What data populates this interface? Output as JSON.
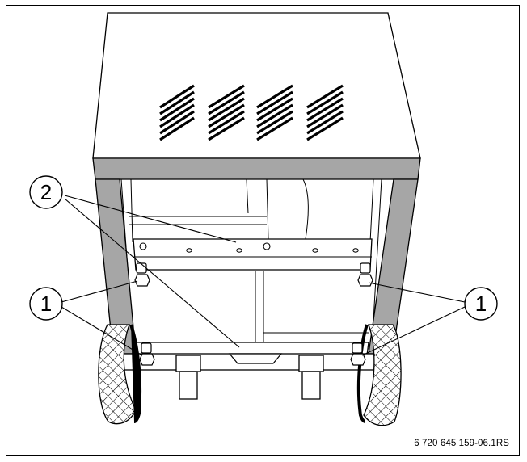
{
  "callouts": {
    "frame_bracket": "1",
    "crossbar": "2"
  },
  "reference_code": "6 720 645 159-06.1RS",
  "colors": {
    "line": "#000000",
    "frame_gray": "#a6a6a6",
    "paper": "#ffffff"
  }
}
